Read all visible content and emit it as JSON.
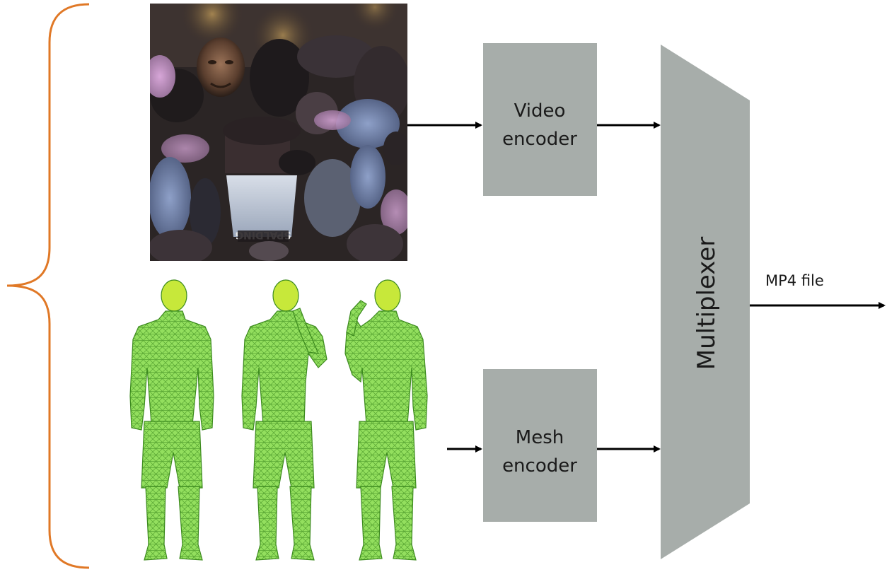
{
  "colors": {
    "brace": "#E07826",
    "block_fill": "#A7ADAA",
    "arrow": "#000000",
    "text": "#1a1a1a",
    "mesh_green": "#7CD64A",
    "mesh_head": "#C7E83A"
  },
  "blocks": {
    "video_encoder": {
      "line1": "Video",
      "line2": "encoder"
    },
    "mesh_encoder": {
      "line1": "Mesh",
      "line2": "encoder"
    },
    "multiplexer": {
      "label": "Multiplexer"
    }
  },
  "output": {
    "label": "MP4 file"
  },
  "inputs": {
    "video_frame": {
      "icon": "video-texture-atlas"
    },
    "meshes": {
      "icon": "human-wireframe-mesh",
      "count": 3
    }
  }
}
